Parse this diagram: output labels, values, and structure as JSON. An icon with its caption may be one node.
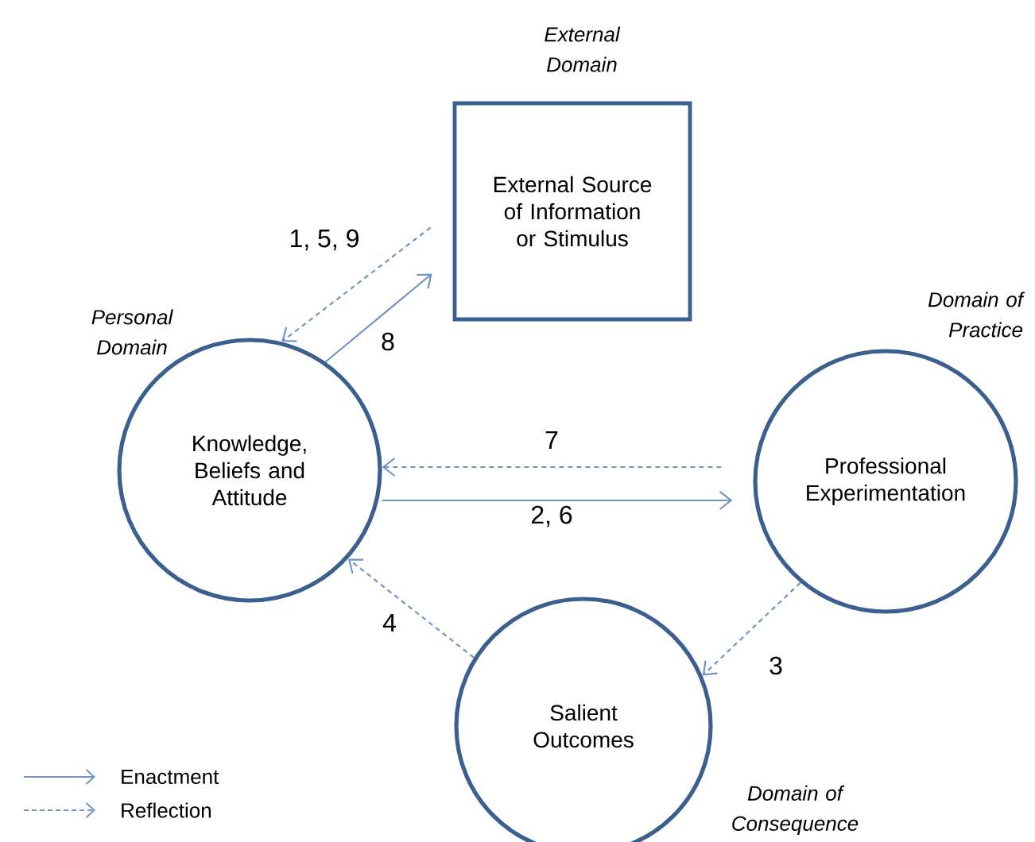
{
  "diagram": {
    "nodes": [
      {
        "text": [
          "External Source of Information or Stimulus"
        ],
        "beside": [
          "External Domain"
        ]
      },
      {
        "text": [
          "Knowledge, Beliefs and Attitude"
        ],
        "beside": [
          "Personal Domain"
        ]
      },
      {
        "text": [
          "Professional Experimentation"
        ],
        "beside": [
          "Domain of Practice"
        ]
      },
      {
        "text": [
          "Salient Outcomes"
        ],
        "beside": [
          "Domain of Consequence"
        ]
      }
    ],
    "edges": [
      {
        "from": 0,
        "to": 1,
        "arrow": "to",
        "style": "dashed",
        "label": "1, 5, 9"
      },
      {
        "from": 1,
        "to": 0,
        "arrow": "to",
        "label": "8"
      },
      {
        "from": 2,
        "to": 1,
        "arrow": "to",
        "style": "dashed",
        "label": "7"
      },
      {
        "from": 1,
        "to": 2,
        "arrow": "to",
        "label": "2, 6"
      },
      {
        "from": 2,
        "to": 3,
        "arrow": "to",
        "style": "dashed",
        "label": "3"
      },
      {
        "from": 3,
        "to": 1,
        "arrow": "to",
        "style": "dashed",
        "label": "4"
      }
    ],
    "legend": [
      {
        "text": "Enactment"
      },
      {
        "text": "Reflection"
      }
    ]
  }
}
